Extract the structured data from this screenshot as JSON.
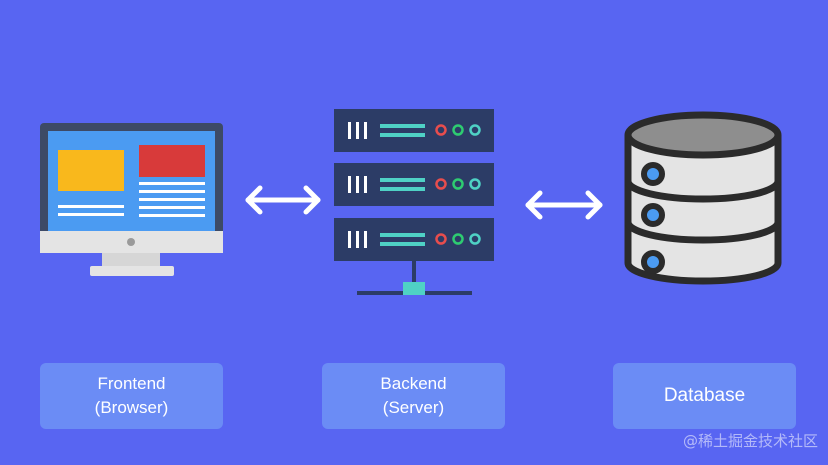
{
  "labels": {
    "frontend": [
      "Frontend",
      "(Browser)"
    ],
    "backend": [
      "Backend",
      "(Server)"
    ],
    "database": [
      "Database"
    ]
  },
  "watermark": "@稀土掘金技术社区",
  "colors": {
    "background": "#5865f2",
    "label_box": "#6b8cf5",
    "monitor_frame": "#3d4a66",
    "monitor_screen": "#4b9bf2",
    "monitor_yellow": "#f9b81c",
    "monitor_red": "#d83a3a",
    "server_unit": "#2c3c66",
    "server_line": "#4fd1c5",
    "led_red": "#e84d4d",
    "led_green": "#2ecc71",
    "led_teal": "#4fd1c5",
    "db_outline": "#2b2b2b",
    "db_body": "#e4e4e4",
    "db_top": "#8e8e8e",
    "db_light": "#4b9bf2",
    "arrow": "#ffffff"
  },
  "icons": [
    "monitor-icon",
    "server-rack-icon",
    "database-icon",
    "double-arrow-icon"
  ]
}
